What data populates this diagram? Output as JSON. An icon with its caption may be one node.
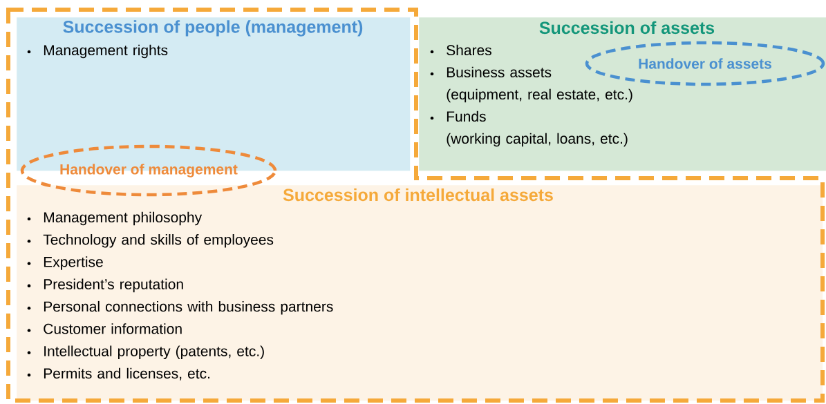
{
  "diagram": {
    "nodes": [
      {
        "text": [
          "Succession of people (management)",
          "Management rights"
        ]
      },
      {
        "text": [
          "Succession of assets",
          "Shares",
          "Business assets (equipment, real estate, etc.)",
          "Funds (working capital, loans, etc.)"
        ]
      },
      {
        "text": [
          "Handover of assets"
        ],
        "in": 1
      },
      {
        "text": [
          "Handover of management"
        ]
      },
      {
        "text": [
          "Succession of intellectual assets",
          "Management philosophy",
          "Technology and skills of employees",
          "Expertise",
          "President’s reputation",
          "Personal connections with business partners",
          "Customer information",
          "Intellectual property (patents, etc.)",
          "Permits and licenses, etc."
        ]
      }
    ]
  }
}
